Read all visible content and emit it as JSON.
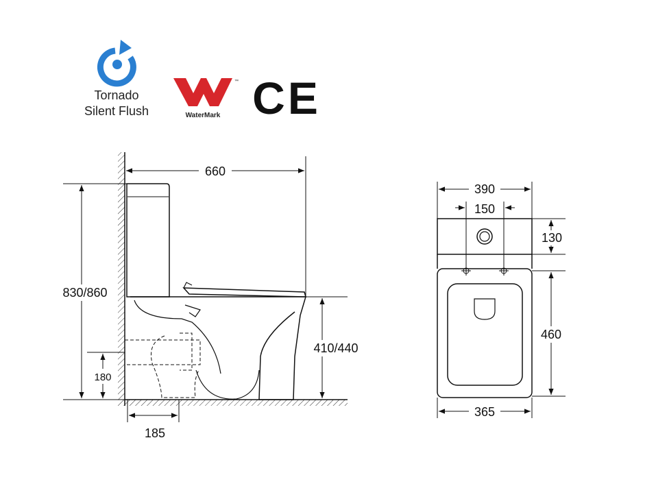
{
  "logos": {
    "tornado": {
      "line1": "Tornado",
      "line2": "Silent Flush",
      "icon": "circular-arrow-icon",
      "color": "#2a7fd1"
    },
    "watermark": {
      "label": "WaterMark",
      "tm": "™",
      "color": "#d7262b"
    },
    "ce": {
      "label": "CE"
    }
  },
  "side_view": {
    "overall_depth": "660",
    "overall_height": "830/860",
    "seat_height": "410/440",
    "outlet_height": "180",
    "set_out": "185"
  },
  "plan_view": {
    "tank_width": "390",
    "fixing_holes": "150",
    "tank_depth": "130",
    "bowl_length": "460",
    "bowl_width": "365"
  }
}
